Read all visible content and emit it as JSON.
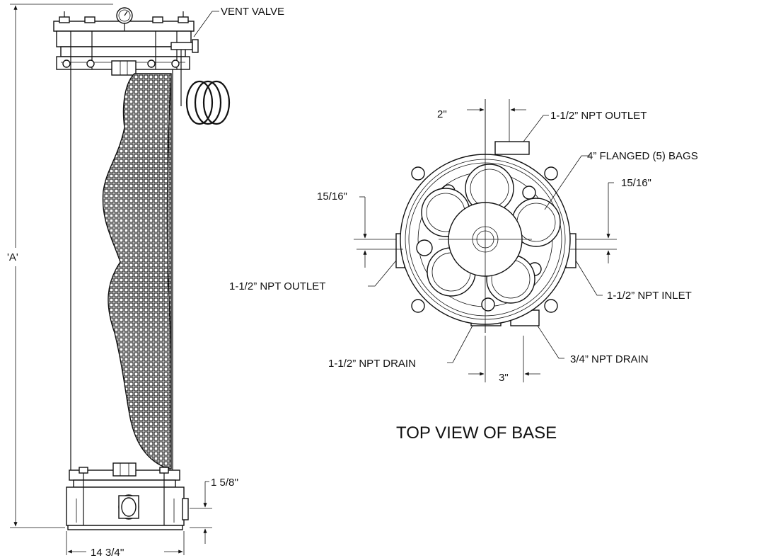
{
  "labels": {
    "vent_valve": "VENT VALVE",
    "dim_a": "'A'",
    "dim_width": "14 3/4''",
    "dim_base_height": "1 5/8''",
    "dim_2in": "2\"",
    "outlet_top": "1-1/2” NPT OUTLET",
    "flanged_bags": "4” FLANGED (5) BAGS",
    "dim_15_16_left": "15/16\"",
    "dim_15_16_right": "15/16\"",
    "outlet_left": "1-1/2” NPT OUTLET",
    "inlet_right": "1-1/2” NPT INLET",
    "drain_left": "1-1/2” NPT DRAIN",
    "drain_right": "3/4” NPT DRAIN",
    "dim_3in": "3\"",
    "view_title": "TOP VIEW OF BASE"
  },
  "colors": {
    "line": "#111111",
    "background": "#ffffff"
  }
}
